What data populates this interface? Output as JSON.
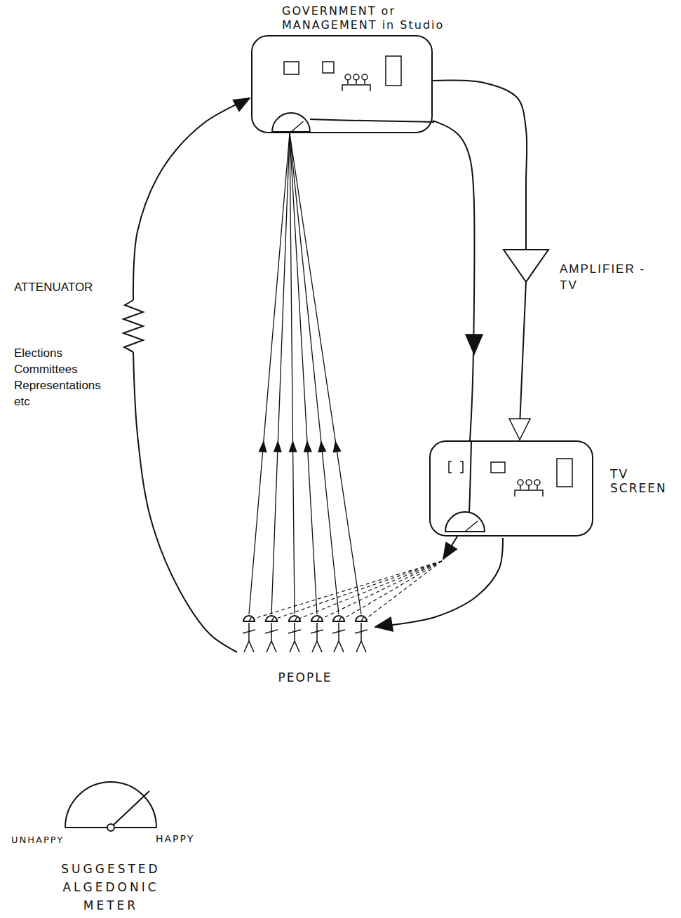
{
  "diagram": {
    "nodes": [
      {
        "text": [
          "GOVERNMENT or MANAGEMENT in Studio"
        ]
      },
      {
        "text": [
          "TV SCREEN"
        ]
      },
      {
        "text": [
          "PEOPLE"
        ]
      }
    ],
    "edges": [
      {
        "from": 2,
        "to": 0,
        "arrow": "to",
        "label": "ATTENUATOR"
      },
      {
        "from": 0,
        "to": 1,
        "arrow": "to",
        "label": "AMPLIFIER - TV"
      },
      {
        "from": 0,
        "to": 1,
        "arrow": "to"
      },
      {
        "from": 1,
        "to": 2,
        "arrow": "to"
      },
      {
        "from": 1,
        "to": 2,
        "arrow": "to"
      },
      {
        "from": 2,
        "to": 0,
        "arrow": "to"
      }
    ],
    "labels": [
      "Elections Committees Representations etc",
      "UNHAPPY",
      "HAPPY",
      "SUGGESTED ALGEDONIC METER"
    ]
  }
}
